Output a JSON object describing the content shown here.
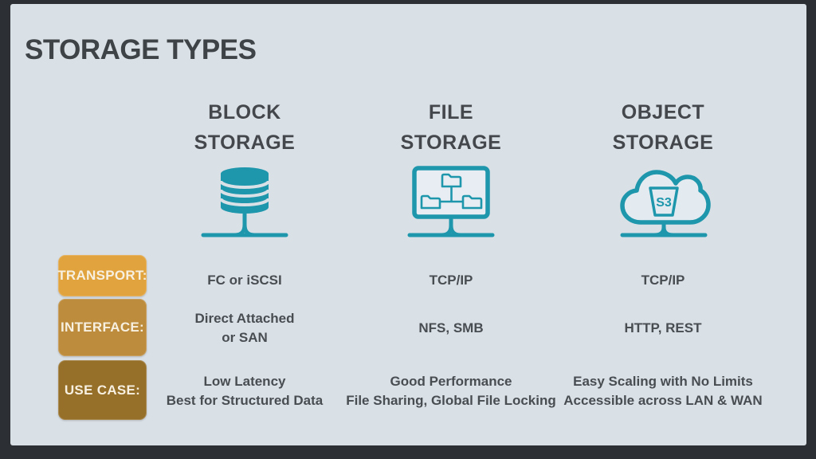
{
  "slide": {
    "title": "STORAGE TYPES"
  },
  "row_labels": {
    "transport": "TRANSPORT:",
    "interface": "INTERFACE:",
    "use_case": "USE CASE:"
  },
  "columns": [
    {
      "header_line1": "BLOCK",
      "header_line2": "STORAGE",
      "icon": "database-network-icon",
      "transport": "FC or iSCSI",
      "interface_line1": "Direct Attached",
      "interface_line2": "or SAN",
      "use_case_line1": "Low Latency",
      "use_case_line2": "Best for Structured Data"
    },
    {
      "header_line1": "FILE",
      "header_line2": "STORAGE",
      "icon": "networked-folders-monitor-icon",
      "transport": "TCP/IP",
      "interface_line1": "NFS, SMB",
      "use_case_line1": "Good Performance",
      "use_case_line2": "File Sharing, Global File Locking"
    },
    {
      "header_line1": "OBJECT",
      "header_line2": "STORAGE",
      "icon": "s3-cloud-bucket-icon",
      "transport": "TCP/IP",
      "interface_line1": "HTTP, REST",
      "use_case_line1": "Easy Scaling with No Limits",
      "use_case_line2": "Accessible across LAN & WAN"
    }
  ],
  "icons": {
    "object_bucket_label": "S3"
  },
  "colors": {
    "slide_background": "#d9e0e6",
    "frame_background": "#2c3034",
    "title_text": "#3e4347",
    "body_text": "#484d52",
    "icon_teal": "#1e96ac",
    "label_transport": "#e1a33d",
    "label_interface": "#bd8c3c",
    "label_use_case": "#966f29",
    "label_text": "#f7f0e1"
  }
}
